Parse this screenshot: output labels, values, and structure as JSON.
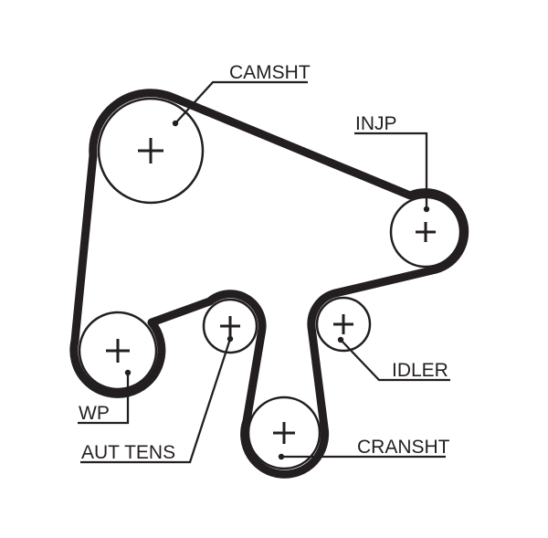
{
  "diagram": {
    "labels": {
      "camsht": "CAMSHT",
      "injp": "INJP",
      "wp": "WP",
      "aut_tens": "AUT TENS",
      "idler": "IDLER",
      "cransht": "CRANSHT"
    },
    "colors": {
      "line": "#231f20",
      "background": "#ffffff"
    }
  }
}
